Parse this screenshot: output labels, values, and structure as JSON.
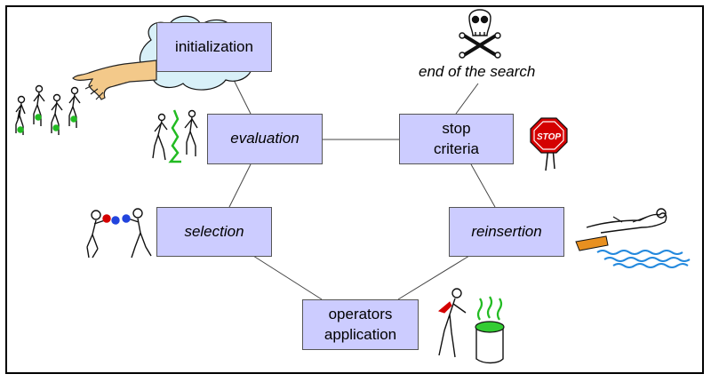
{
  "diagram": {
    "nodes": {
      "initialization": "initialization",
      "evaluation": "evaluation",
      "stop_criteria": "stop\ncriteria",
      "selection": "selection",
      "reinsertion": "reinsertion",
      "operators_application": "operators\napplication"
    },
    "end_label": "end of the search",
    "stop_sign": "STOP"
  },
  "colors": {
    "box_fill": "#ccccff",
    "cloud_fill": "#d8f0f8",
    "hand_fill": "#f3c98a",
    "stop_red": "#d40000",
    "green": "#22bb22",
    "water_blue": "#2288dd",
    "board_orange": "#e89020"
  },
  "icons": [
    "hand-icon",
    "cloud-icon",
    "people-icon",
    "skull-crossbones-icon",
    "stop-sign-icon",
    "boxers-icon",
    "swimmer-icon",
    "cauldron-icon"
  ]
}
